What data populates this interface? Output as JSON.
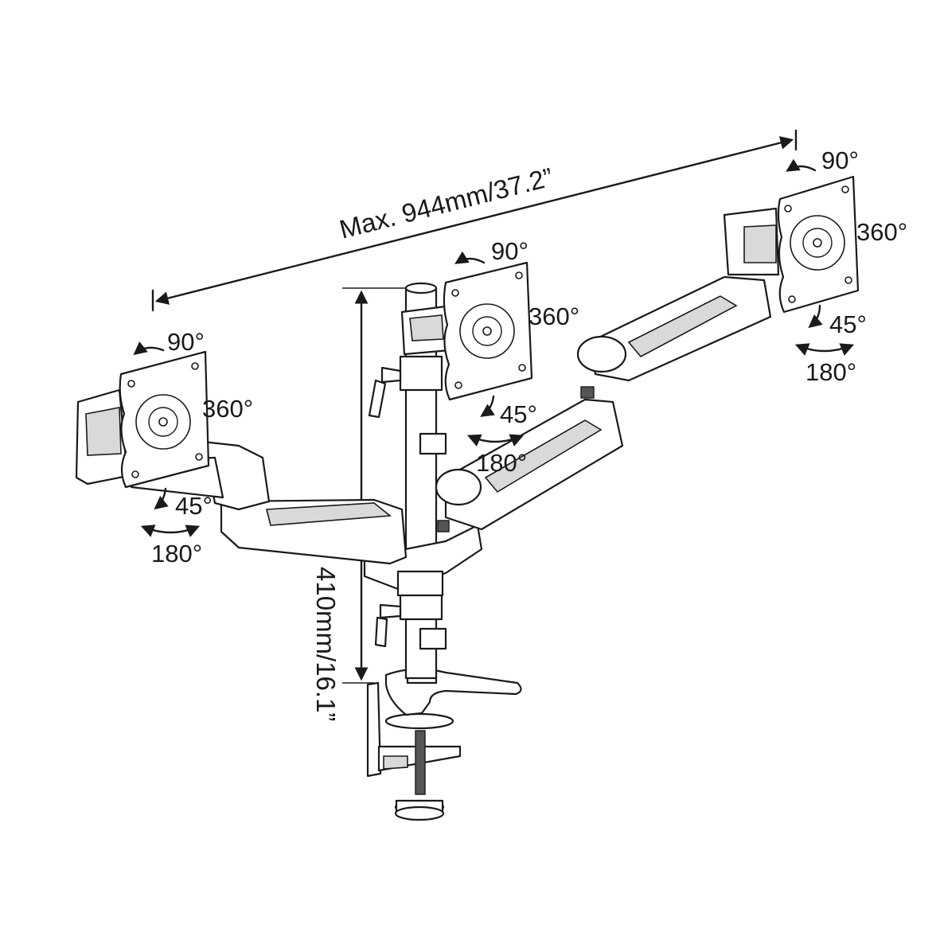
{
  "dimensions": {
    "width_label": "Max. 944mm/37.2”",
    "height_label": "410mm/16.1”"
  },
  "mounts": {
    "left": {
      "tilt": "90°",
      "rotate": "360°",
      "swivel": "45°",
      "pan": "180°"
    },
    "center": {
      "tilt": "90°",
      "rotate": "360°",
      "swivel": "45°",
      "pan": "180°"
    },
    "right": {
      "tilt": "90°",
      "rotate": "360°",
      "swivel": "45°",
      "pan": "180°"
    }
  }
}
